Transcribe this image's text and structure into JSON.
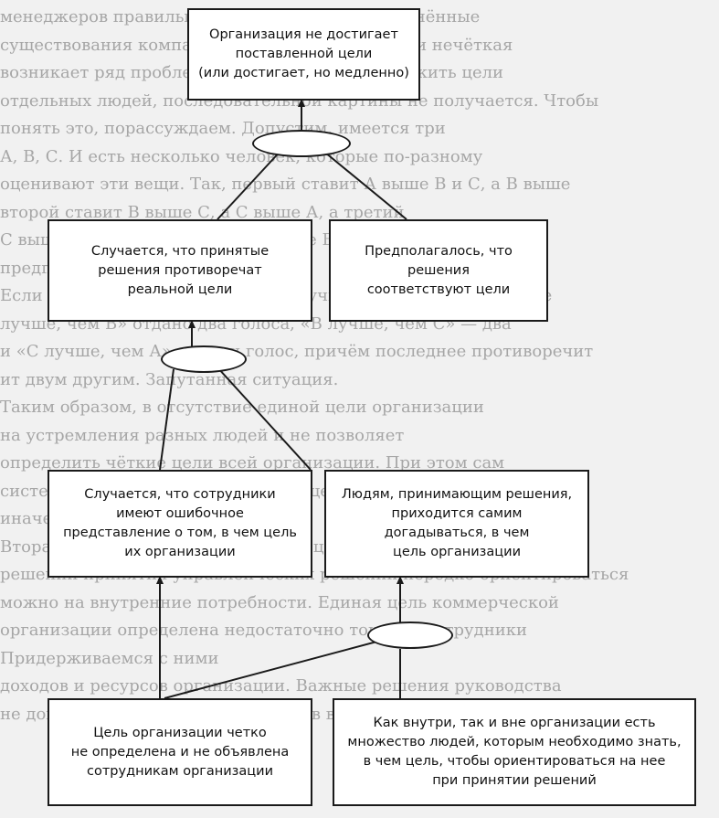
{
  "background_text": [
    "менеджеров правильно отправляли свои подчинённые",
    "существования компании, если постановка цели нечёткая",
    "возникает ряд проблем. Если механически сложить цели",
    "отдельных людей, последовательной картины не получается. Чтобы",
    "понять это, порассуждаем. Допустим, имеется три",
    "А, В, С. И есть несколько человек, которые по-разному",
    "оценивают эти вещи. Так, первый ставит А выше В и С, а В выше",
    "второй ставит В выше С, а С выше А, а третий",
    "С выше А, третий же ставит С выше В, а В выше А.",
    "предпочтения В.",
    "Если провести голосование, то получится, что за утверждение",
    "лучше, чем В» отдано два голоса, «В лучше, чем С» — два",
    "и «С лучше, чем А» — один голос, причём последнее противоречит",
    "ит двум другим. Запутанная ситуация.",
    "Таким образом, в отсутствие единой цели организации",
    "на устремления разных людей и не позволяет",
    "определить чёткие цели всей организации. При этом сам",
    "системной обоснованной цели или цели трансформации",
    "иначе говоря, организации",
    "Вторая проблема при определении цели состоит в том, что при",
    "решении принятия управленческих решений нередко ориентироваться",
    "можно на внутренние потребности. Единая цель коммерческой",
    "организации определена недостаточно точно, а сотрудники",
    "Придерживаемся с ними",
    "доходов и ресурсов организации. Важные решения руководства",
    "не доводят до сведения сотрудников во многих организациях"
  ],
  "boxes": {
    "top": "Организация не достигает\nпоставленной цели\n(или достигает, но медленно)",
    "level2_left": "Случается, что принятые\nрешения противоречат\nреальной цели",
    "level2_right": "Предполагалось, что решения\nсоответствуют цели",
    "level3_left": "Случается, что сотрудники\nимеют ошибочное\nпредставление о том, в чем цель\nих организации",
    "level3_right": "Людям, принимающим решения,\nприходится самим\nдогадываться, в чем\nцель организации",
    "bottom_left": "Цель организации четко\nне определена и не объявлена\nсотрудникам организации",
    "bottom_right": "Как внутри, так и вне организации есть\nмножество людей, которым необходимо знать,\nв чем цель, чтобы ориентироваться на нее\nпри принятии решений"
  },
  "colors": {
    "background": "#f1f1f1",
    "box_fill": "#ffffff",
    "stroke": "#1a1a1a",
    "background_text": "#9a9a9a"
  }
}
